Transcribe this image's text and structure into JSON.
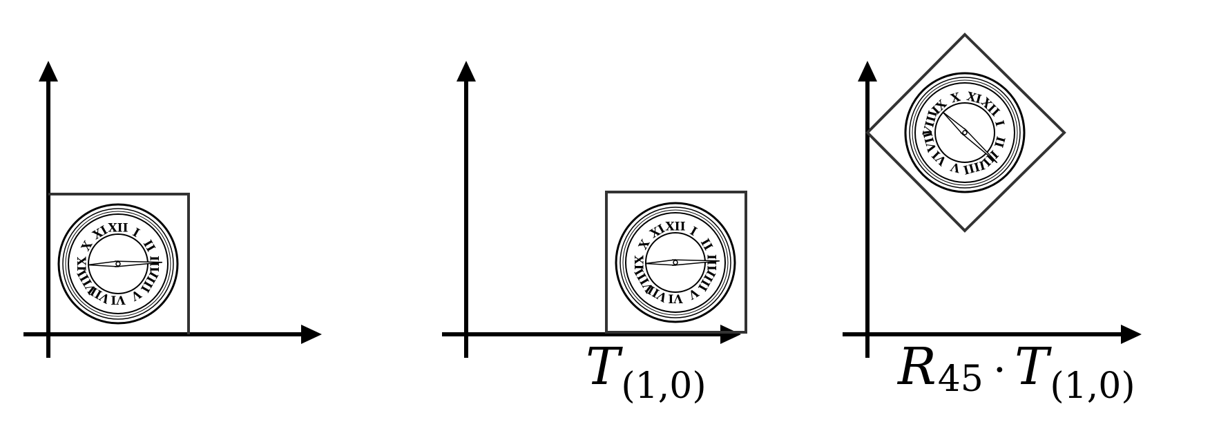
{
  "diagram": {
    "panels": [
      {
        "id": "original",
        "label": null
      },
      {
        "id": "translated",
        "label": {
          "symbol": "T",
          "subscript": "(1,0)"
        }
      },
      {
        "id": "rotated",
        "label": {
          "rotation_symbol": "R",
          "rotation_subscript": "45",
          "operator": "·",
          "symbol": "T",
          "subscript": "(1,0)"
        }
      }
    ],
    "clock": {
      "numerals": [
        "XII",
        "I",
        "II",
        "III",
        "IIII",
        "V",
        "VI",
        "VII",
        "VIII",
        "IX",
        "X",
        "XI"
      ]
    }
  },
  "colors": {
    "ink": "#000000",
    "frame": "#333333",
    "background": "#ffffff"
  },
  "icons": {
    "clock": "roman-numeral-clock-icon"
  }
}
